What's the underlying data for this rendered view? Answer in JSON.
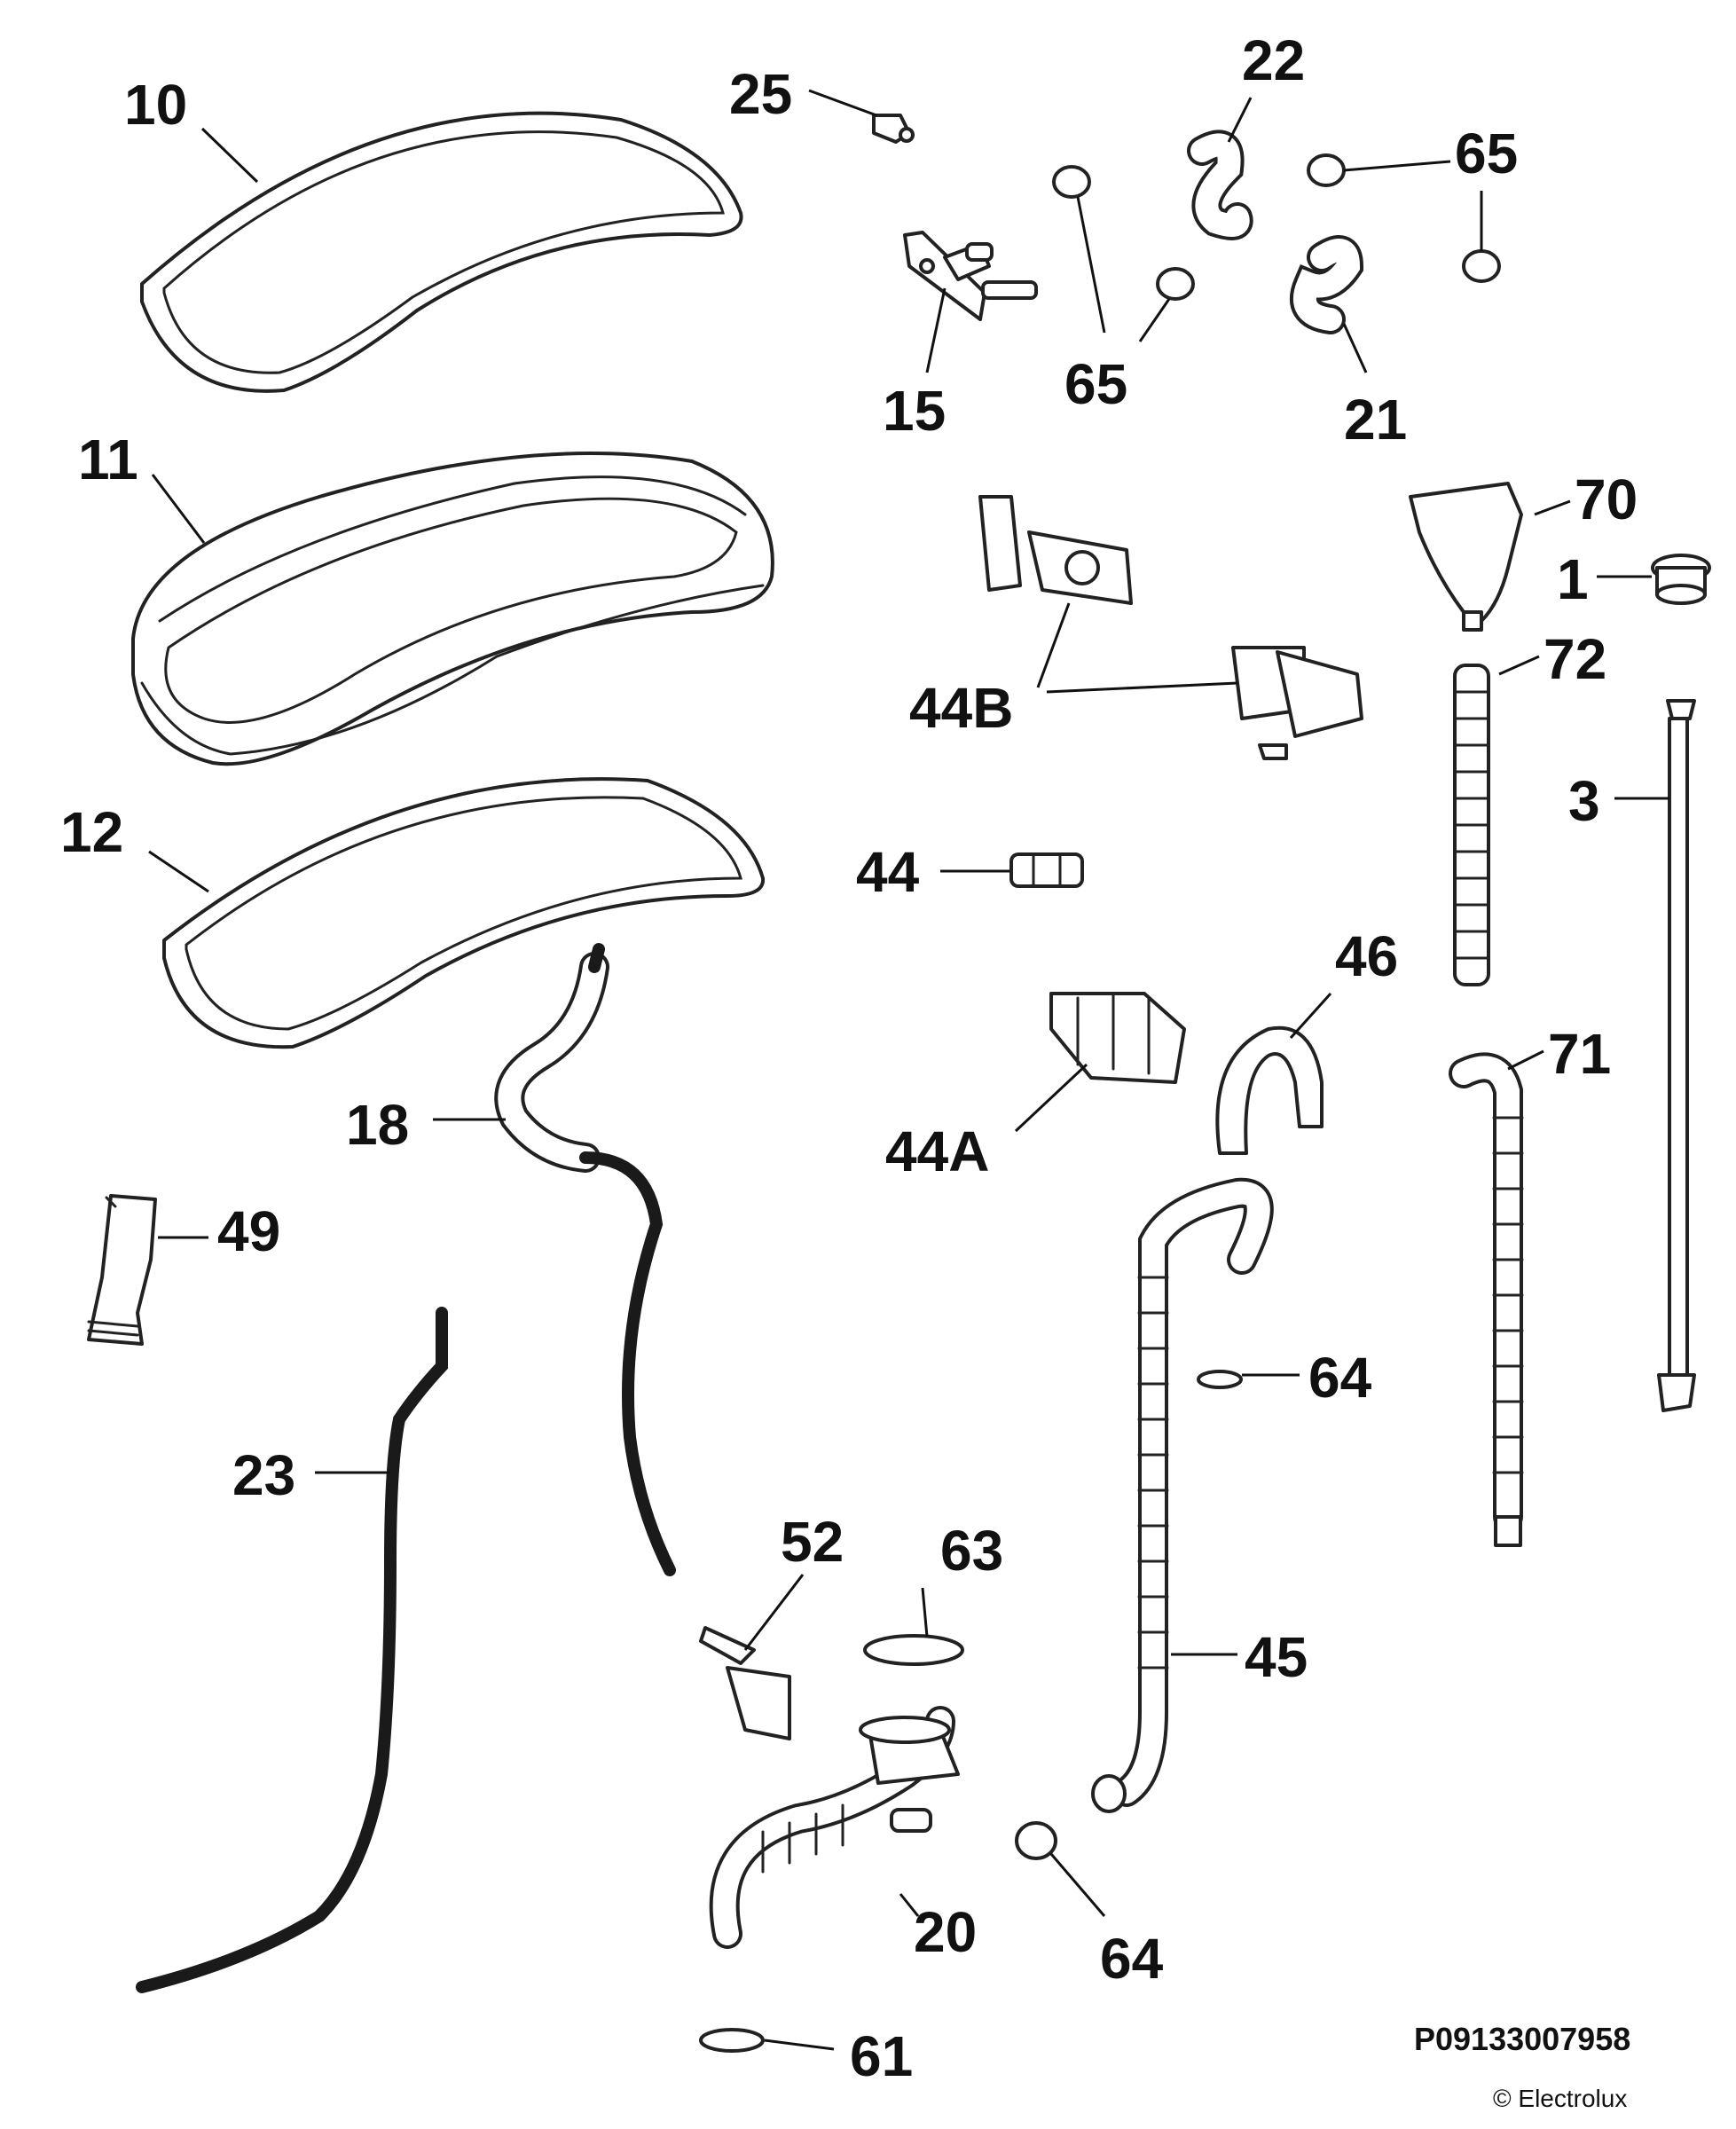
{
  "labels": {
    "p10": "10",
    "p11": "11",
    "p12": "12",
    "p18": "18",
    "p49": "49",
    "p23": "23",
    "p25": "25",
    "p22": "22",
    "p65a": "65",
    "p65b": "65",
    "p15": "15",
    "p21": "21",
    "p70": "70",
    "p1": "1",
    "p44B": "44B",
    "p72": "72",
    "p3": "3",
    "p44": "44",
    "p46": "46",
    "p71": "71",
    "p44A": "44A",
    "p64a": "64",
    "p64b": "64",
    "p45": "45",
    "p52": "52",
    "p63": "63",
    "p20": "20",
    "p61": "61"
  },
  "footer": {
    "drawing_code": "P09133007958",
    "copyright": "© Electrolux"
  },
  "colors": {
    "line": "#111111",
    "background": "#ffffff"
  }
}
